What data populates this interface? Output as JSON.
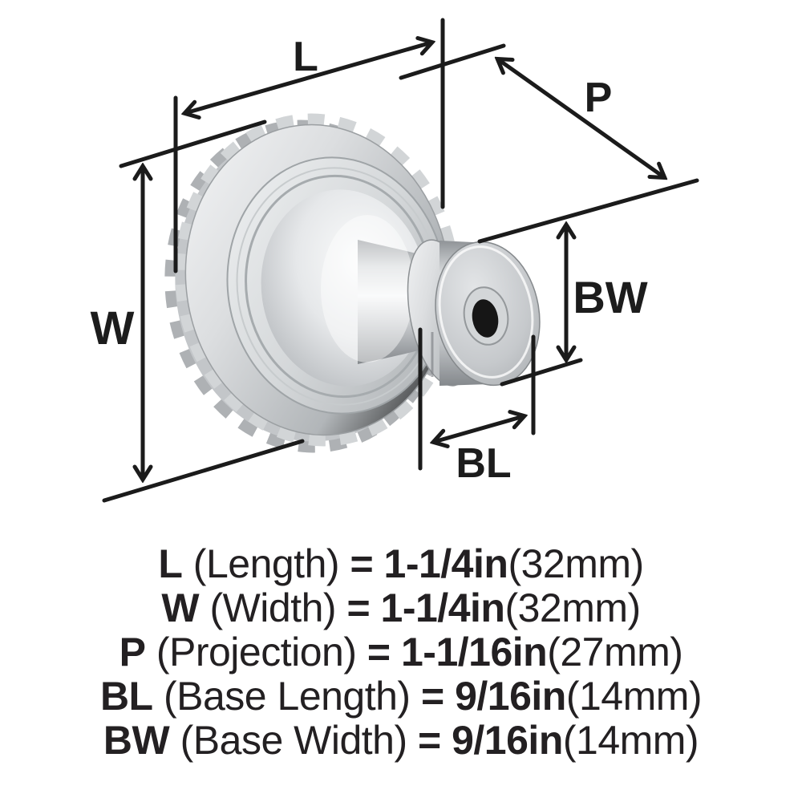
{
  "diagram": {
    "labels": {
      "length": "L",
      "width": "W",
      "projection": "P",
      "base_width": "BW",
      "base_length": "BL"
    }
  },
  "specs": [
    {
      "abbr": "L",
      "name": "(Length)",
      "value": "= 1-1/4in",
      "metric": "(32mm)"
    },
    {
      "abbr": "W",
      "name": "(Width)",
      "value": "= 1-1/4in",
      "metric": "(32mm)"
    },
    {
      "abbr": "P",
      "name": "(Projection)",
      "value": "= 1-1/16in",
      "metric": "(27mm)"
    },
    {
      "abbr": "BL",
      "name": "(Base Length)",
      "value": "= 9/16in",
      "metric": "(14mm)"
    },
    {
      "abbr": "BW",
      "name": "(Base Width)",
      "value": "= 9/16in",
      "metric": "(14mm)"
    }
  ],
  "colors": {
    "background": "#ffffff",
    "dimension_line": "#1b1b1b",
    "text": "#232022",
    "metal_highlight": "#f6f7f8",
    "metal_mid": "#c9cccf",
    "metal_shadow": "#8f9396",
    "screw_hole": "#161616"
  }
}
